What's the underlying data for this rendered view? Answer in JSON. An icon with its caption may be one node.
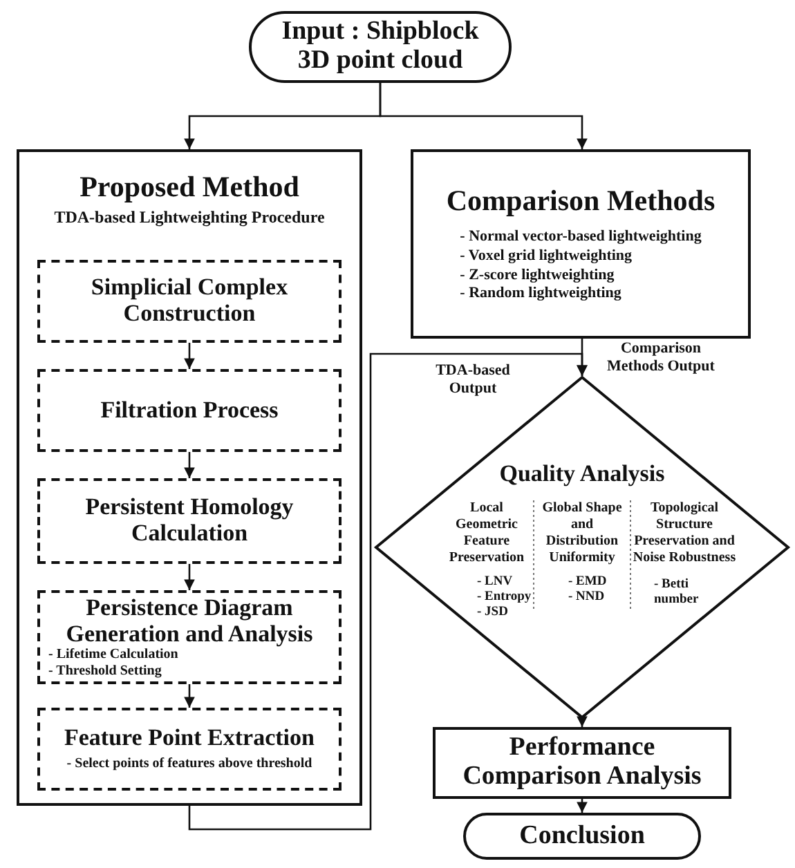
{
  "diagram": {
    "nodes": [
      {
        "text": [
          "Input : Shipblock 3D point cloud"
        ]
      },
      {
        "text": [
          "Proposed Method",
          "TDA-based Lightweighting Procedure"
        ]
      },
      {
        "text": [
          "Simplicial Complex Construction"
        ],
        "in": 1
      },
      {
        "text": [
          "Filtration Process"
        ],
        "in": 1
      },
      {
        "text": [
          "Persistent Homology Calculation"
        ],
        "in": 1
      },
      {
        "text": [
          "Persistence Diagram Generation and Analysis",
          "- Lifetime Calculation",
          "- Threshold Setting"
        ],
        "in": 1
      },
      {
        "text": [
          "Feature Point Extraction",
          "- Select points of features above threshold"
        ],
        "in": 1
      },
      {
        "text": [
          "Comparison Methods",
          "- Normal vector-based lightweighting",
          "- Voxel grid lightweighting",
          "- Z-score lightweighting",
          "- Random lightweighting"
        ]
      },
      {
        "text": [
          "Quality Analysis",
          "Local Geometric Feature Preservation",
          "Global Shape and Distribution Uniformity",
          "Topological Structure Preservation and Noise Robustness",
          "- LNV",
          "- Entropy",
          "- JSD",
          "- EMD",
          "- NND",
          "- Betti number"
        ]
      },
      {
        "text": [
          "Performance Comparison Analysis"
        ]
      },
      {
        "text": [
          "Conclusion"
        ]
      }
    ],
    "edges": [
      {
        "from": 0,
        "to": 1,
        "arrow": "to"
      },
      {
        "from": 0,
        "to": 7,
        "arrow": "to"
      },
      {
        "from": 2,
        "to": 3,
        "arrow": "to"
      },
      {
        "from": 3,
        "to": 4,
        "arrow": "to"
      },
      {
        "from": 4,
        "to": 5,
        "arrow": "to"
      },
      {
        "from": 5,
        "to": 6,
        "arrow": "to"
      },
      {
        "from": 7,
        "to": 8,
        "arrow": "to",
        "label": "Comparison Methods Output"
      },
      {
        "from": 1,
        "to": 8,
        "arrow": "to",
        "label": "TDA-based Output"
      },
      {
        "from": 8,
        "to": 9,
        "arrow": "to"
      },
      {
        "from": 9,
        "to": 10,
        "arrow": "to"
      }
    ]
  }
}
